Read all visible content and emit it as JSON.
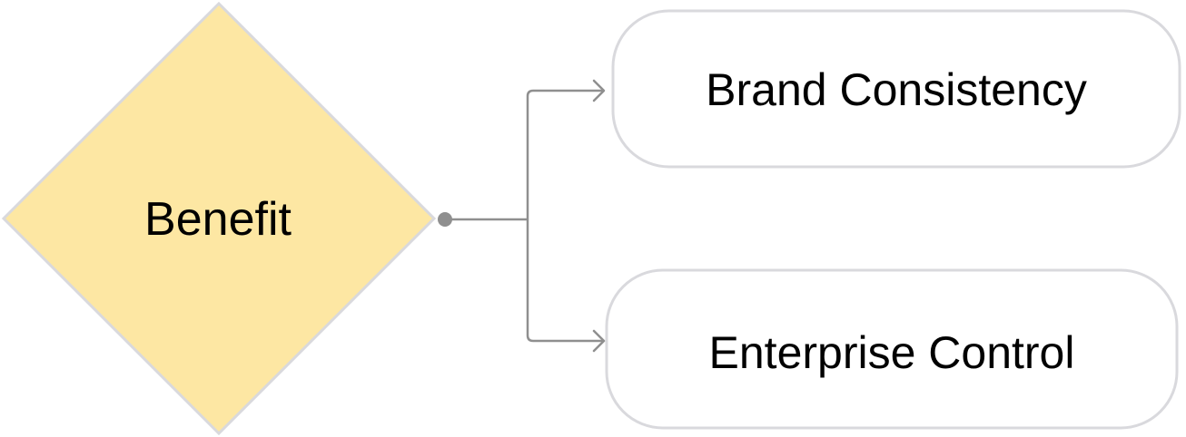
{
  "diagram": {
    "type": "decision-branch",
    "decision": {
      "label": "Benefit",
      "fill": "#fde7a3",
      "stroke": "#d9d9dd"
    },
    "outcomes": [
      {
        "label": "Brand Consistency"
      },
      {
        "label": "Enterprise Control"
      }
    ],
    "colors": {
      "connector": "#8f8f8f",
      "outcome_fill": "#ffffff",
      "outcome_stroke": "#d9d9dd",
      "text": "#000000"
    }
  }
}
